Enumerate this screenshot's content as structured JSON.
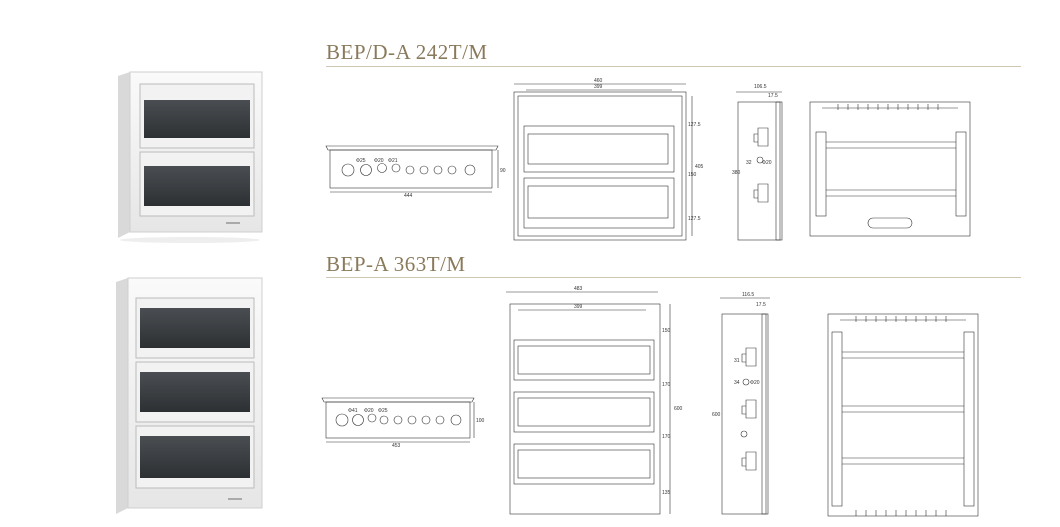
{
  "models": [
    {
      "title": "BEP/D-A 242T/M",
      "front_dims": {
        "w": "460",
        "inner": "399",
        "h": "405",
        "r1": "127.5",
        "r2": "150",
        "r3": "127.5"
      },
      "bottom_dims": {
        "w": "444",
        "h": "90",
        "k1": "Φ25",
        "k2": "Φ20",
        "k3": "Φ21"
      },
      "side_dims": {
        "d": "106.5",
        "d2": "17.5",
        "h": "380",
        "s1": "32",
        "s2": "Φ20"
      }
    },
    {
      "title": "BEP-A 363T/M",
      "front_dims": {
        "w": "483",
        "inner": "399",
        "h": "600",
        "r1": "150",
        "r2": "170",
        "r3": "170",
        "r4": "135"
      },
      "bottom_dims": {
        "w": "453",
        "h": "100",
        "k1": "Φ41",
        "k2": "Φ20",
        "k3": "Φ25"
      },
      "side_dims": {
        "d": "116.5",
        "d2": "17.5",
        "h": "600",
        "s1": "31",
        "s2": "Φ20",
        "s3": "34"
      }
    }
  ],
  "colors": {
    "title": "#8a7a5c",
    "line": "#333333",
    "rule": "#cfc6b4",
    "window": "#3a3d40"
  }
}
